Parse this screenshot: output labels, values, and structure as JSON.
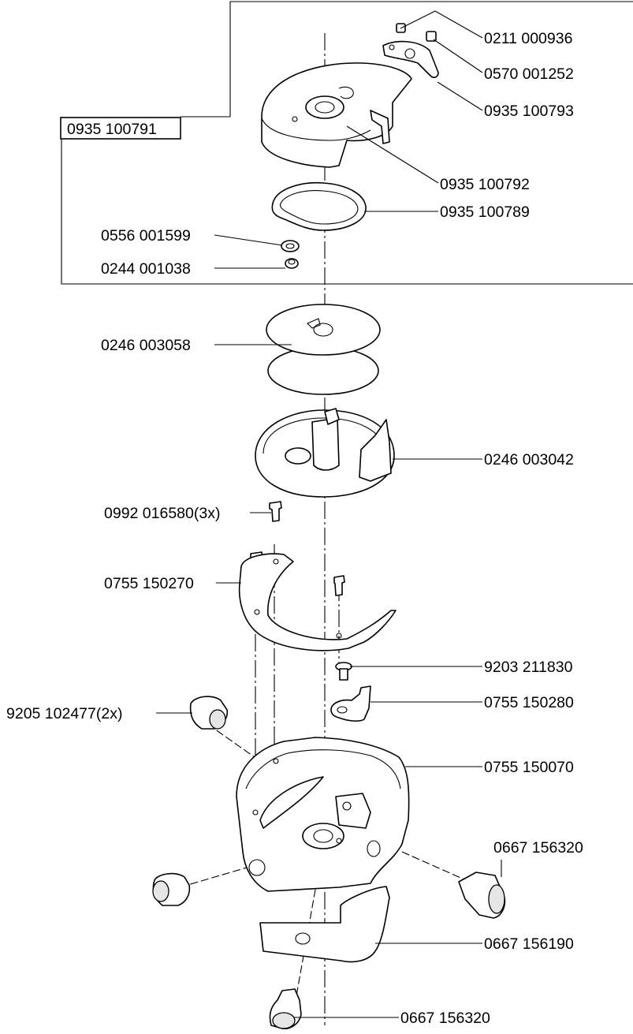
{
  "diagram": {
    "labels": {
      "assembly": "0935 100791",
      "p_0211_000936": "0211 000936",
      "p_0570_001252": "0570 001252",
      "p_0935_100793": "0935 100793",
      "p_0935_100792": "0935 100792",
      "p_0935_100789": "0935 100789",
      "p_0556_001599": "0556 001599",
      "p_0244_001038": "0244 001038",
      "p_0246_003058": "0246 003058",
      "p_0246_003042": "0246 003042",
      "p_0992_016580": "0992 016580(3x)",
      "p_0755_150270": "0755 150270",
      "p_9203_211830": "9203 211830",
      "p_9205_102477": "9205 102477(2x)",
      "p_0755_150280": "0755 150280",
      "p_0755_150070": "0755 150070",
      "p_0667_156320_a": "0667 156320",
      "p_0667_156190": "0667 156190",
      "p_0667_156320_b": "0667 156320"
    }
  }
}
